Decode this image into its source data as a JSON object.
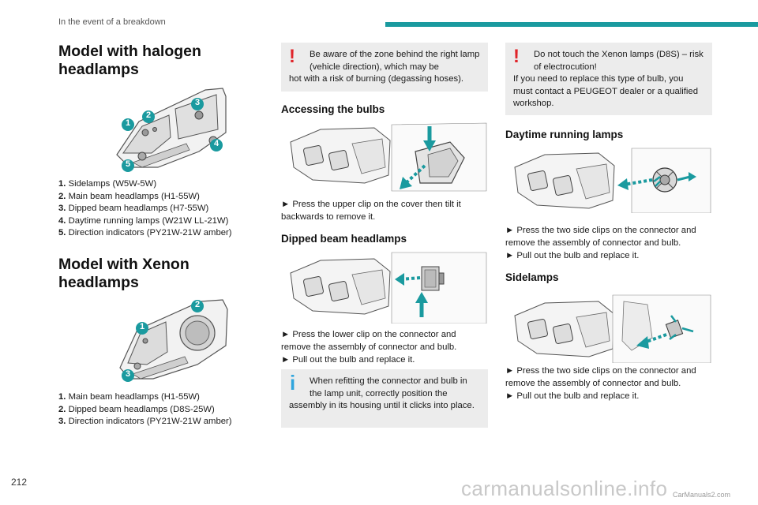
{
  "header": {
    "section": "In the event of a breakdown"
  },
  "page_number": "212",
  "watermark": {
    "main": "carmanualsonline.info",
    "small": "CarManuals2.com"
  },
  "col1": {
    "halogen_title": "Model with halogen headlamps",
    "halogen_items": [
      {
        "num": "1.",
        "text": "Sidelamps (W5W-5W)"
      },
      {
        "num": "2.",
        "text": "Main beam headlamps (H1-55W)"
      },
      {
        "num": "3.",
        "text": "Dipped beam headlamps (H7-55W)"
      },
      {
        "num": "4.",
        "text": "Daytime running lamps (W21W LL-21W)"
      },
      {
        "num": "5.",
        "text": "Direction indicators (PY21W-21W amber)"
      }
    ],
    "halogen_callouts": [
      "1",
      "2",
      "3",
      "4",
      "5"
    ],
    "xenon_title": "Model with Xenon headlamps",
    "xenon_items": [
      {
        "num": "1.",
        "text": "Main beam headlamps (H1-55W)"
      },
      {
        "num": "2.",
        "text": "Dipped beam headlamps (D8S-25W)"
      },
      {
        "num": "3.",
        "text": "Direction indicators (PY21W-21W amber)"
      }
    ],
    "xenon_callouts": [
      "1",
      "2",
      "3"
    ]
  },
  "col2": {
    "warning_line1": "Be aware of the zone behind the right lamp (vehicle direction), which may be",
    "warning_line2": "hot with a risk of burning (degassing hoses).",
    "accessing_title": "Accessing the bulbs",
    "accessing_text": "► Press the upper clip on the cover then tilt it backwards to remove it.",
    "dipped_title": "Dipped beam headlamps",
    "dipped_text1": "► Press the lower clip on the connector and remove the assembly of connector and bulb.",
    "dipped_text2": "► Pull out the bulb and replace it.",
    "info_line1": "When refitting the connector and bulb in the lamp unit, correctly position the",
    "info_line2": "assembly in its housing until it clicks into place."
  },
  "col3": {
    "xenon_warning_line1": "Do not touch the Xenon lamps (D8S) – risk of electrocution!",
    "xenon_warning_line2": "If you need to replace this type of bulb, you must contact a PEUGEOT dealer or a qualified workshop.",
    "drl_title": "Daytime running lamps",
    "drl_text1": "► Press the two side clips on the connector and remove the assembly of connector and bulb.",
    "drl_text2": "► Pull out the bulb and replace it.",
    "side_title": "Sidelamps",
    "side_text1": "► Press the two side clips on the connector and remove the assembly of connector and bulb.",
    "side_text2": "► Pull out the bulb and replace it."
  },
  "icons": {
    "warning": "!",
    "info": "i"
  },
  "colors": {
    "accent": "#1a9a9f",
    "warning": "#e0242a",
    "info": "#2fa5dd",
    "arrow": "#1a9a9f",
    "notice_bg": "#ececec"
  }
}
